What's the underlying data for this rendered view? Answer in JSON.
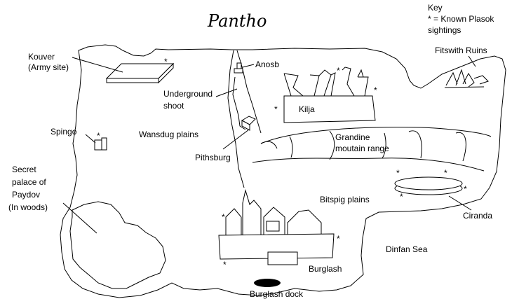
{
  "title": "Pantho",
  "key": {
    "heading": "Key",
    "line1": "* = Known Plasok",
    "line2": "sightings"
  },
  "sighting_symbol": "*",
  "places": {
    "kouver": [
      "Kouver",
      "(Army site)"
    ],
    "anosb": "Anosb",
    "underground": [
      "Underground",
      "shoot"
    ],
    "kilja": "Kilja",
    "fitswith": "Fitswith Ruins",
    "spingo": "Spingo",
    "wansdug": "Wansdug plains",
    "grandine": [
      "Grandine",
      "moutain range"
    ],
    "pithsburg": "Pithsburg",
    "secret_palace": [
      "Secret",
      "palace of",
      "Paydov",
      "(In woods)"
    ],
    "bitspig": "Bitspig plains",
    "ciranda": "Ciranda",
    "dinfan": "Dinfan Sea",
    "burglash": "Burglash",
    "burglash_dock": "Burglash dock"
  }
}
